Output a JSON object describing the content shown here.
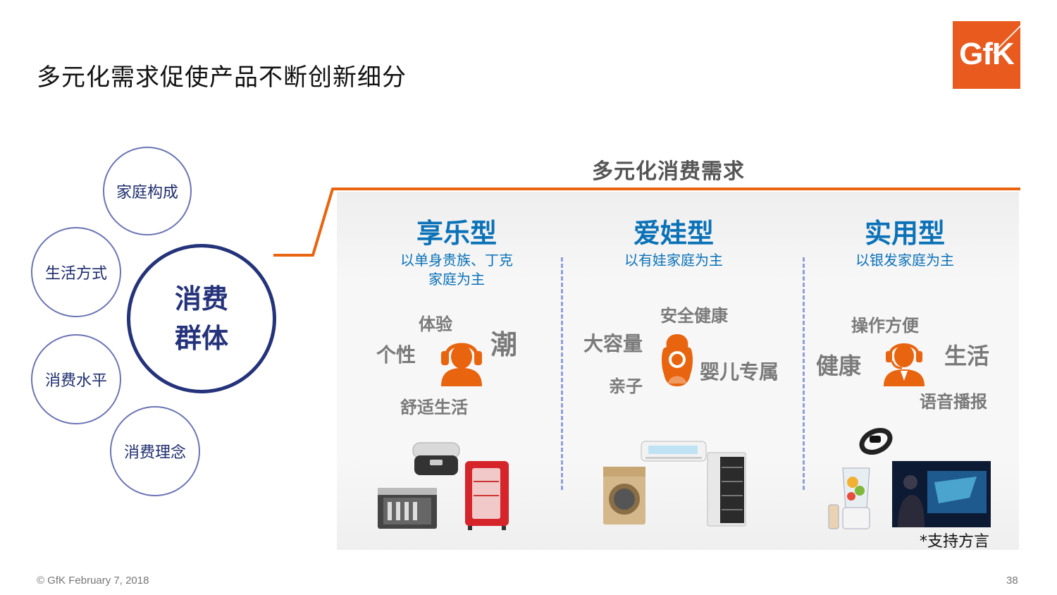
{
  "title": "多元化需求促使产品不断创新细分",
  "logo": {
    "text": "GfK",
    "color": "#e85a1e"
  },
  "left_diagram": {
    "center": {
      "line1": "消费",
      "line2": "群体"
    },
    "factors": [
      "家庭构成",
      "生活方式",
      "消费水平",
      "消费理念"
    ]
  },
  "section_header": "多元化消费需求",
  "columns": [
    {
      "title": "享乐型",
      "subtitle_line1": "以单身贵族、丁克",
      "subtitle_line2": "家庭为主",
      "keywords": [
        "体验",
        "个性",
        "潮",
        "舒适生活"
      ],
      "icon": "headphone-person-icon",
      "products": [
        "vr-headset",
        "mini-fridge",
        "dishwasher"
      ]
    },
    {
      "title": "爱娃型",
      "subtitle": "以有娃家庭为主",
      "keywords": [
        "安全健康",
        "大容量",
        "亲子",
        "婴儿专属"
      ],
      "icon": "baby-mother-icon",
      "products": [
        "air-conditioner",
        "washing-machine",
        "refrigerator"
      ]
    },
    {
      "title": "实用型",
      "subtitle": "以银发家庭为主",
      "keywords": [
        "操作方便",
        "健康",
        "生活",
        "语音播报"
      ],
      "icon": "headset-person-icon",
      "products": [
        "smart-band",
        "blender",
        "smart-tv"
      ]
    }
  ],
  "footnote": "*支持方言",
  "footer": {
    "copyright": "© GfK February 7, 2018",
    "page": "38"
  },
  "colors": {
    "accent_orange": "#e8640f",
    "navy": "#24337a",
    "blue": "#0b72b8",
    "keyword_gray": "#7a7a7a"
  }
}
